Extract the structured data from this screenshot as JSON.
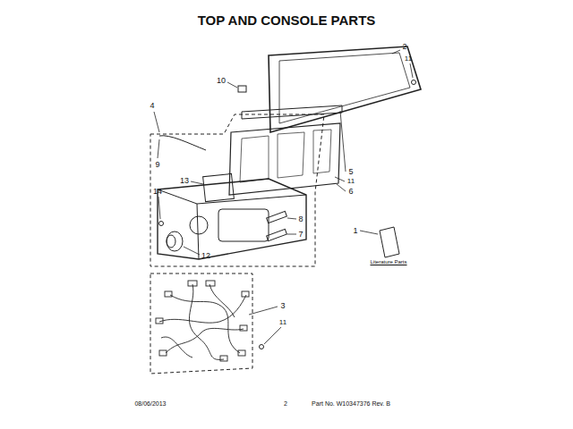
{
  "diagram": {
    "title": "TOP AND CONSOLE PARTS",
    "labels": [
      "2",
      "11",
      "10",
      "4",
      "9",
      "5",
      "11",
      "6",
      "13",
      "14",
      "8",
      "7",
      "1",
      "12",
      "3",
      "11",
      "Literature Parts",
      "08/06/2013",
      "2",
      "Part No. W10347376 Rev. B"
    ]
  }
}
